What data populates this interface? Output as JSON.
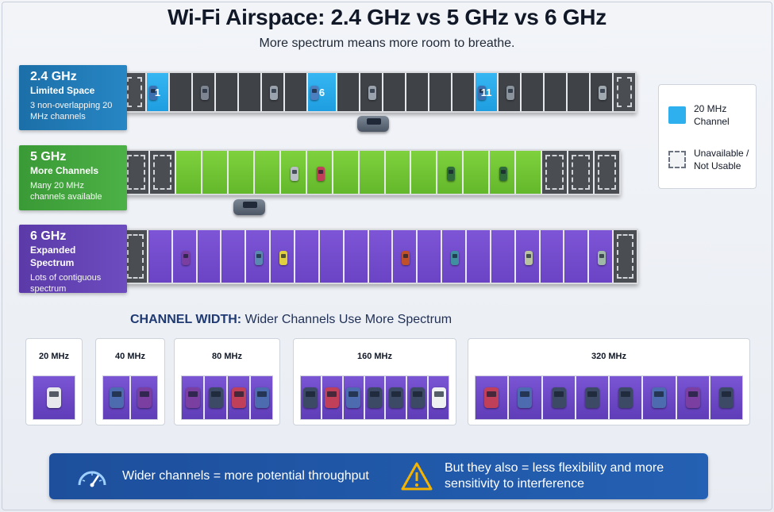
{
  "title": "Wi-Fi Airspace: 2.4 GHz vs 5 GHz vs 6 GHz",
  "subtitle": "More spectrum means more room to breathe.",
  "bands": {
    "b24": {
      "name": "2.4 GHz",
      "sub": "Limited Space",
      "desc": "3 non-overlapping 20 MHz channels",
      "channels": [
        "1",
        "6",
        "11"
      ]
    },
    "b5": {
      "name": "5 GHz",
      "sub": "More Channels",
      "desc": "Many 20 MHz channels available"
    },
    "b6": {
      "name": "6 GHz",
      "sub": "Expanded Spectrum",
      "desc": "Lots of contiguous spectrum"
    }
  },
  "legend": {
    "channel": "20 MHz Channel",
    "unavailable": "Unavailable / Not Usable"
  },
  "channel_width": {
    "heading_bold": "CHANNEL WIDTH:",
    "heading_rest": "Wider Channels Use More Spectrum",
    "items": [
      {
        "label": "20 MHz",
        "slots": 1
      },
      {
        "label": "40 MHz",
        "slots": 2
      },
      {
        "label": "80 MHz",
        "slots": 4
      },
      {
        "label": "160 MHz",
        "slots": 7
      },
      {
        "label": "320 MHz",
        "slots": 8
      }
    ]
  },
  "footer": {
    "left": "Wider channels = more potential throughput",
    "right": "But they also = less flexibility and more sensitivity to interference"
  },
  "colors": {
    "blue_channel": "#2fb0ee",
    "green_channel": "#6cc233",
    "purple_channel": "#6a44c4",
    "unavailable": "#4a4d52"
  }
}
